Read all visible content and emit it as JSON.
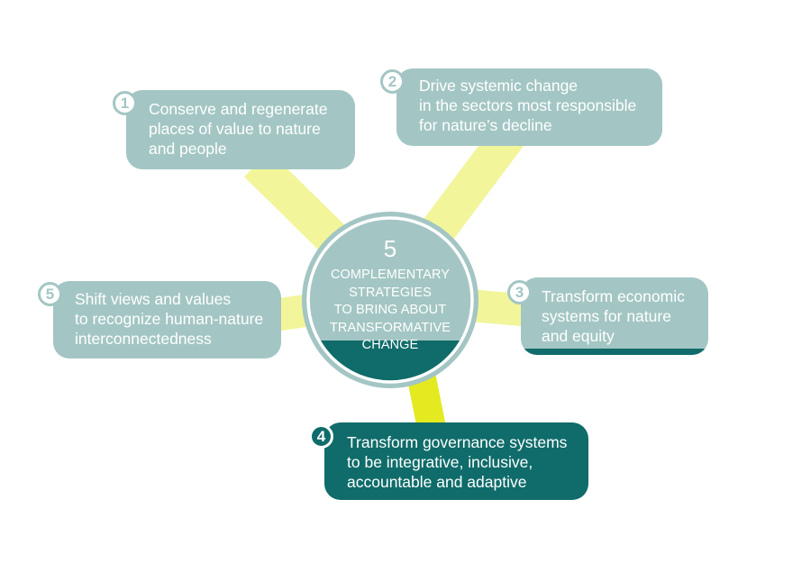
{
  "colors": {
    "connector": "#f2f59a",
    "box_light": "#a3c6c4",
    "box_dark": "#0f6c6a",
    "hub_fill": "#a3c6c4",
    "hub_ring": "#ffffff",
    "hub_band": "#0f6c6a"
  },
  "hub": {
    "number": "5",
    "caption": "COMPLEMENTARY\nSTRATEGIES\nTO BRING ABOUT\nTRANSFORMATIVE\nCHANGE"
  },
  "strategies": [
    {
      "number": "1",
      "text": "Conserve and regenerate\nplaces of value to nature\nand people",
      "style": "light"
    },
    {
      "number": "2",
      "text": "Drive systemic change\nin the sectors most responsible\nfor nature’s decline",
      "style": "light"
    },
    {
      "number": "3",
      "text": "Transform economic\nsystems for nature\nand equity",
      "style": "light"
    },
    {
      "number": "4",
      "text": "Transform governance systems\nto be integrative, inclusive,\naccountable and adaptive",
      "style": "dark"
    },
    {
      "number": "5",
      "text": "Shift views and values\nto recognize human-nature\ninterconnectedness",
      "style": "light"
    }
  ]
}
